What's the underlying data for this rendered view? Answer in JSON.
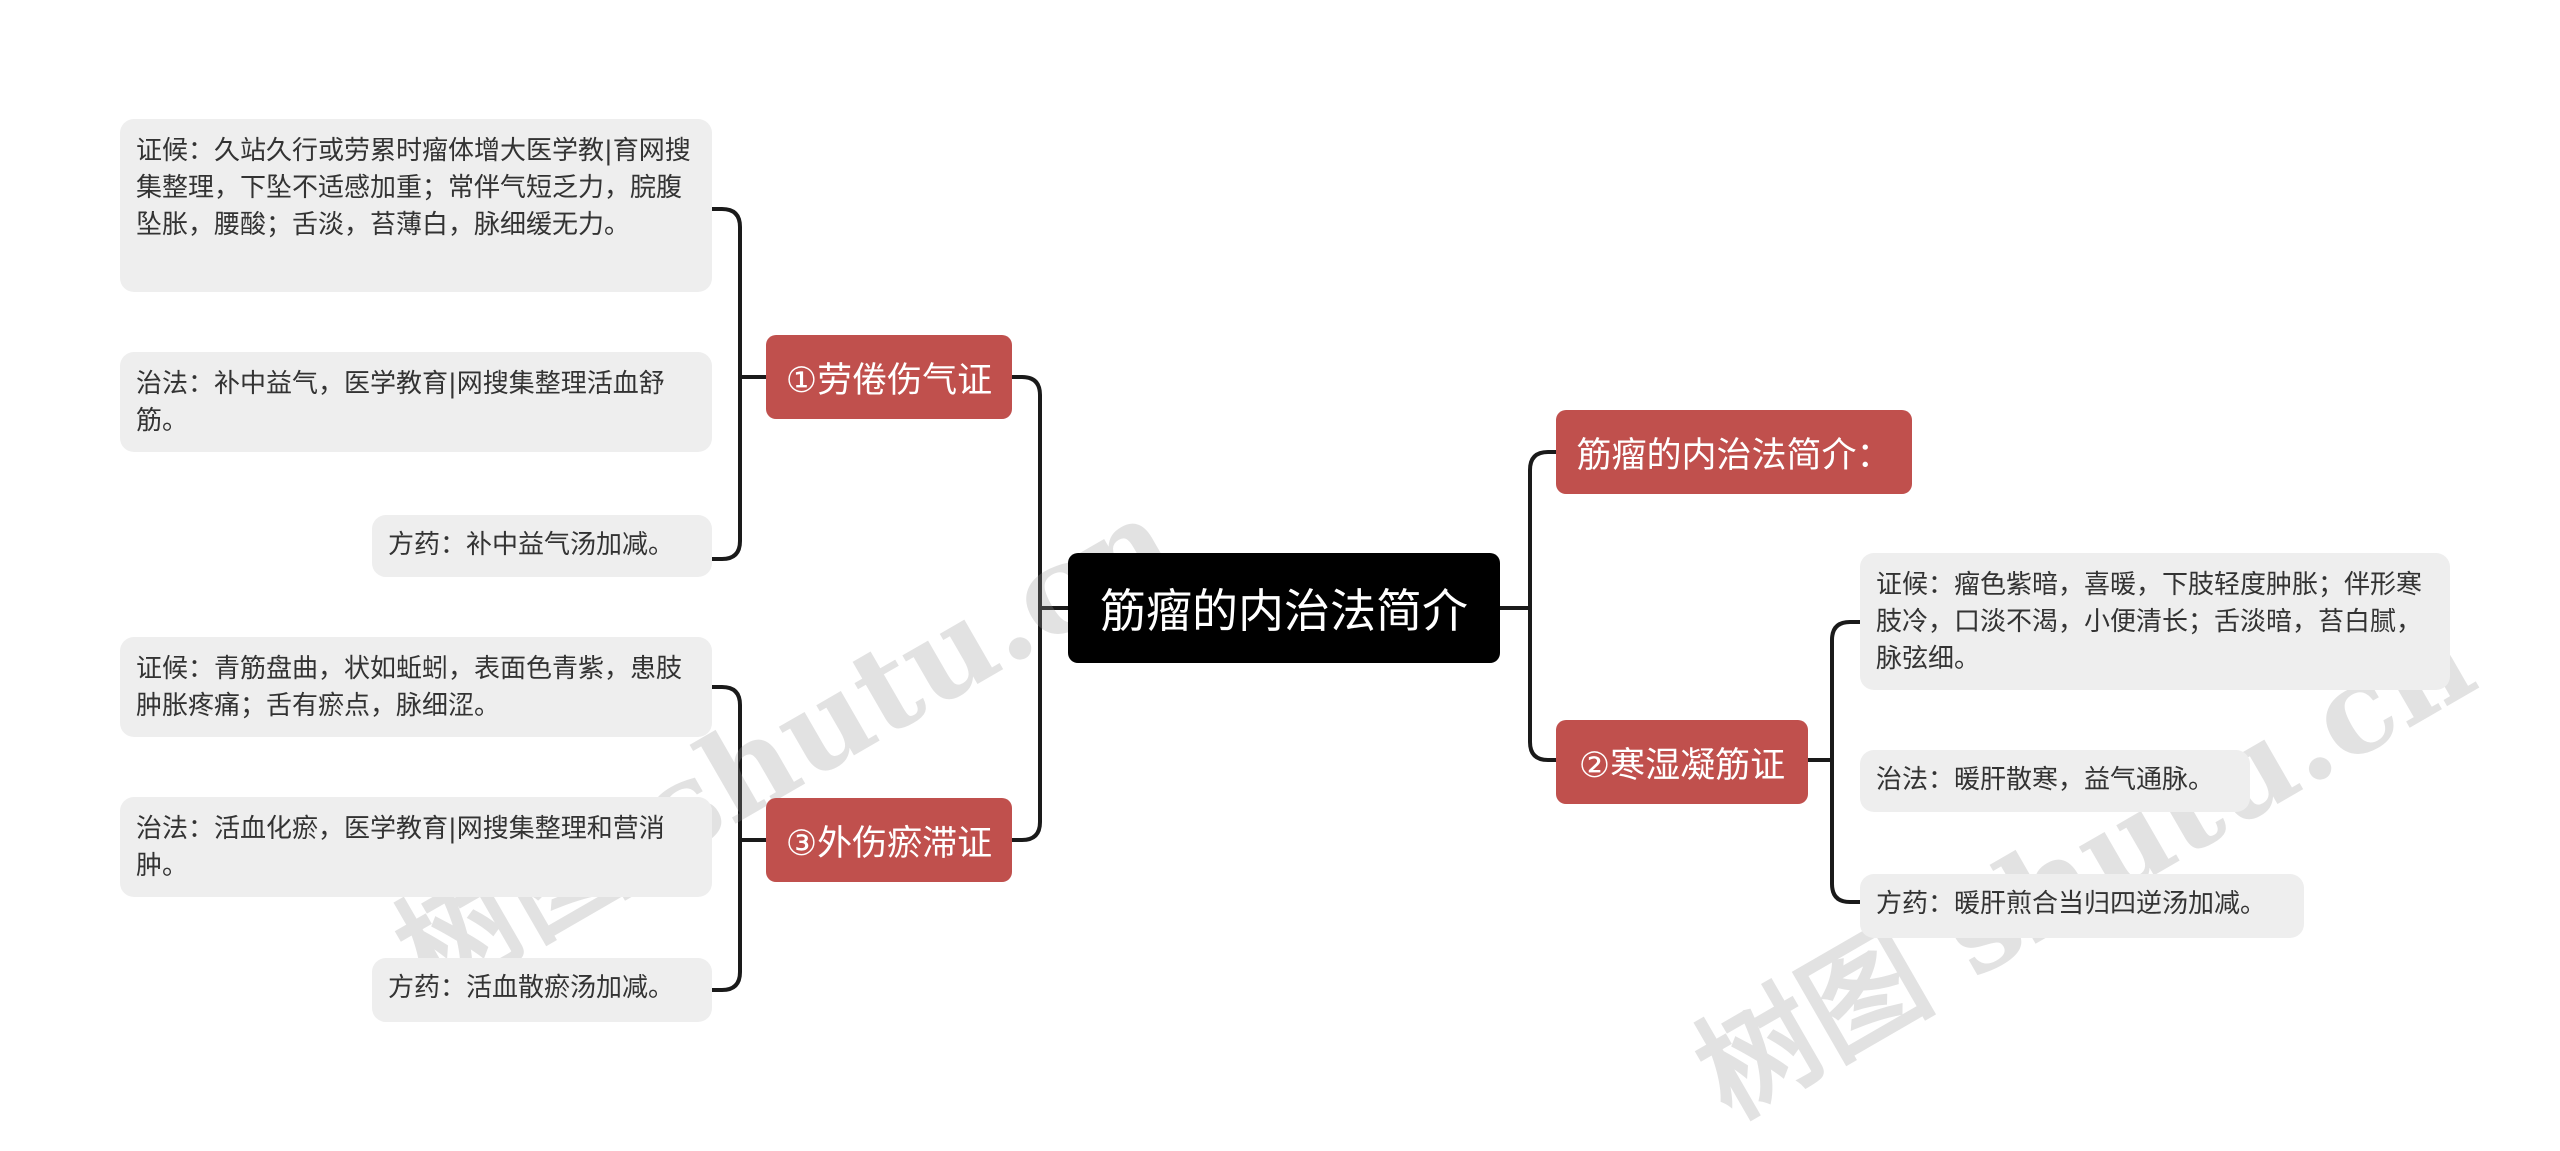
{
  "root": {
    "label": "筋瘤的内治法简介"
  },
  "branches": [
    {
      "label": "①劳倦伤气证",
      "leaves": [
        "证候：久站久行或劳累时瘤体增大医学教|育网搜集整理，下坠不适感加重；常伴气短乏力，脘腹坠胀，腰酸；舌淡，苔薄白，脉细缓无力。",
        "治法：补中益气，医学教育|网搜集整理活血舒筋。",
        "方药：补中益气汤加减。"
      ]
    },
    {
      "label": "③外伤瘀滞证",
      "leaves": [
        "证候：青筋盘曲，状如蚯蚓，表面色青紫，患肢肿胀疼痛；舌有瘀点，脉细涩。",
        "治法：活血化瘀，医学教育|网搜集整理和营消肿。",
        "方药：活血散瘀汤加减。"
      ]
    },
    {
      "label": "筋瘤的内治法简介：",
      "leaves": []
    },
    {
      "label": "②寒湿凝筋证",
      "leaves": [
        "证候：瘤色紫暗，喜暖，下肢轻度肿胀；伴形寒肢冷，口淡不渴，小便清长；舌淡暗，苔白腻，脉弦细。",
        "治法：暖肝散寒，益气通脉。",
        "方药：暖肝煎合当归四逆汤加减。"
      ]
    }
  ],
  "watermarks": [
    "树图 shutu.cn",
    "树图 shutu.cn"
  ],
  "colors": {
    "root": "#000000",
    "branch": "#c0504d",
    "leaf": "#eeeeee",
    "link": "#1a1a1a"
  }
}
